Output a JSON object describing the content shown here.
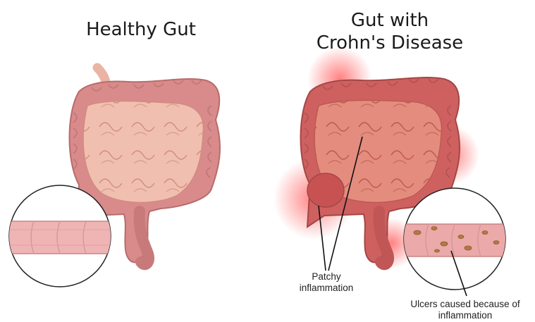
{
  "panels": {
    "healthy": {
      "title": "Healthy Gut"
    },
    "crohns": {
      "title": "Gut with\nCrohn's Disease"
    }
  },
  "callouts": {
    "patchy": "Patchy\ninflammation",
    "ulcers": "Ulcers caused because of\ninflammation"
  },
  "colors": {
    "healthy_colon": "#d98a8a",
    "healthy_small_intestine": "#f0b4a4",
    "inflamed_colon": "#cf6060",
    "inflamed_small_intestine": "#e38778",
    "inflammation_glow": "#ff2020",
    "ulcer": "#b07a45"
  }
}
